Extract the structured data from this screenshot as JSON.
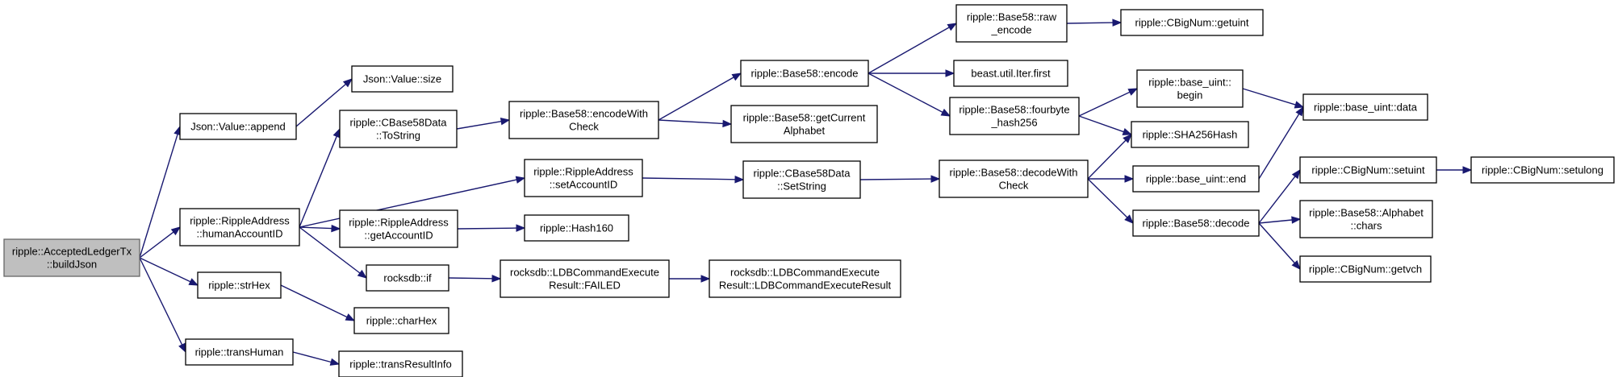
{
  "colors": {
    "edge": "#191970",
    "root_fill": "#bfbfbf",
    "node_fill": "#ffffff"
  },
  "nodes": [
    {
      "id": "root",
      "lines": [
        "ripple::AcceptedLedgerTx",
        "::buildJson"
      ],
      "root": true
    },
    {
      "id": "append",
      "lines": [
        "Json::Value::append"
      ]
    },
    {
      "id": "size",
      "lines": [
        "Json::Value::size"
      ]
    },
    {
      "id": "humanAccountID",
      "lines": [
        "ripple::RippleAddress",
        "::humanAccountID"
      ]
    },
    {
      "id": "toString",
      "lines": [
        "ripple::CBase58Data",
        "::ToString"
      ]
    },
    {
      "id": "encodeWithCheck",
      "lines": [
        "ripple::Base58::encodeWith",
        "Check"
      ]
    },
    {
      "id": "encode",
      "lines": [
        "ripple::Base58::encode"
      ]
    },
    {
      "id": "rawEncode",
      "lines": [
        "ripple::Base58::raw",
        "_encode"
      ]
    },
    {
      "id": "getuint",
      "lines": [
        "ripple::CBigNum::getuint"
      ]
    },
    {
      "id": "iterFirst",
      "lines": [
        "beast.util.Iter.first"
      ]
    },
    {
      "id": "getCurrentAlphabet",
      "lines": [
        "ripple::Base58::getCurrent",
        "Alphabet"
      ]
    },
    {
      "id": "fourbyteHash",
      "lines": [
        "ripple::Base58::fourbyte",
        "_hash256"
      ]
    },
    {
      "id": "begin",
      "lines": [
        "ripple::base_uint::",
        "begin"
      ]
    },
    {
      "id": "data",
      "lines": [
        "ripple::base_uint::data"
      ]
    },
    {
      "id": "sha256",
      "lines": [
        "ripple::SHA256Hash"
      ]
    },
    {
      "id": "setAccountID",
      "lines": [
        "ripple::RippleAddress",
        "::setAccountID"
      ]
    },
    {
      "id": "setString",
      "lines": [
        "ripple::CBase58Data",
        "::SetString"
      ]
    },
    {
      "id": "decodeWithCheck",
      "lines": [
        "ripple::Base58::decodeWith",
        "Check"
      ]
    },
    {
      "id": "end",
      "lines": [
        "ripple::base_uint::end"
      ]
    },
    {
      "id": "setuint",
      "lines": [
        "ripple::CBigNum::setuint"
      ]
    },
    {
      "id": "setulong",
      "lines": [
        "ripple::CBigNum::setulong"
      ]
    },
    {
      "id": "getAccountID",
      "lines": [
        "ripple::RippleAddress",
        "::getAccountID"
      ]
    },
    {
      "id": "hash160",
      "lines": [
        "ripple::Hash160"
      ]
    },
    {
      "id": "decode",
      "lines": [
        "ripple::Base58::decode"
      ]
    },
    {
      "id": "alphabetChars",
      "lines": [
        "ripple::Base58::Alphabet",
        "::chars"
      ]
    },
    {
      "id": "getvch",
      "lines": [
        "ripple::CBigNum::getvch"
      ]
    },
    {
      "id": "rocksIf",
      "lines": [
        "rocksdb::if"
      ]
    },
    {
      "id": "failed",
      "lines": [
        "rocksdb::LDBCommandExecute",
        "Result::FAILED"
      ]
    },
    {
      "id": "ldbResult",
      "lines": [
        "rocksdb::LDBCommandExecute",
        "Result::LDBCommandExecuteResult"
      ]
    },
    {
      "id": "strHex",
      "lines": [
        "ripple::strHex"
      ]
    },
    {
      "id": "charHex",
      "lines": [
        "ripple::charHex"
      ]
    },
    {
      "id": "transHuman",
      "lines": [
        "ripple::transHuman"
      ]
    },
    {
      "id": "transResultInfo",
      "lines": [
        "ripple::transResultInfo"
      ]
    }
  ],
  "edges": [
    [
      "root",
      "append"
    ],
    [
      "root",
      "humanAccountID"
    ],
    [
      "root",
      "strHex"
    ],
    [
      "root",
      "transHuman"
    ],
    [
      "append",
      "size"
    ],
    [
      "humanAccountID",
      "toString"
    ],
    [
      "humanAccountID",
      "setAccountID"
    ],
    [
      "humanAccountID",
      "getAccountID"
    ],
    [
      "humanAccountID",
      "rocksIf"
    ],
    [
      "toString",
      "encodeWithCheck"
    ],
    [
      "encodeWithCheck",
      "encode"
    ],
    [
      "encodeWithCheck",
      "getCurrentAlphabet"
    ],
    [
      "encode",
      "rawEncode"
    ],
    [
      "encode",
      "iterFirst"
    ],
    [
      "encode",
      "fourbyteHash"
    ],
    [
      "rawEncode",
      "getuint"
    ],
    [
      "fourbyteHash",
      "begin"
    ],
    [
      "fourbyteHash",
      "sha256"
    ],
    [
      "begin",
      "data"
    ],
    [
      "setAccountID",
      "setString"
    ],
    [
      "setString",
      "decodeWithCheck"
    ],
    [
      "decodeWithCheck",
      "sha256"
    ],
    [
      "decodeWithCheck",
      "end"
    ],
    [
      "decodeWithCheck",
      "decode"
    ],
    [
      "end",
      "data"
    ],
    [
      "decode",
      "setuint"
    ],
    [
      "decode",
      "alphabetChars"
    ],
    [
      "decode",
      "getvch"
    ],
    [
      "setuint",
      "setulong"
    ],
    [
      "getAccountID",
      "hash160"
    ],
    [
      "rocksIf",
      "failed"
    ],
    [
      "failed",
      "ldbResult"
    ],
    [
      "strHex",
      "charHex"
    ],
    [
      "transHuman",
      "transResultInfo"
    ]
  ]
}
